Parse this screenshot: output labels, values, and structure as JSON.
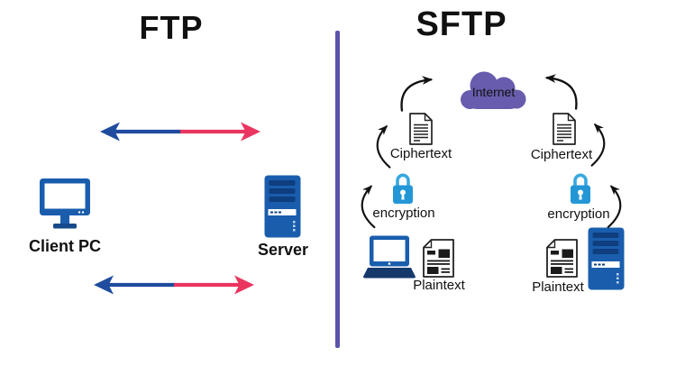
{
  "ftp": {
    "title": "FTP",
    "client_label": "Client PC",
    "server_label": "Server"
  },
  "sftp": {
    "title": "SFTP",
    "internet_label": "Internet",
    "left_chain": {
      "ciphertext_label": "Ciphertext",
      "encryption_label": "encryption",
      "plaintext_label": "Plaintext"
    },
    "right_chain": {
      "ciphertext_label": "Ciphertext",
      "encryption_label": "encryption",
      "plaintext_label": "Plaintext"
    }
  },
  "icons": {
    "client_pc": "desktop-monitor-icon",
    "server": "server-tower-icon",
    "laptop": "laptop-icon",
    "internet": "cloud-icon",
    "encryption": "padlock-icon",
    "ciphertext": "lined-document-icon",
    "plaintext": "document-with-images-icon",
    "transfer": "bidirectional-arrow",
    "flow": "curved-arrow"
  },
  "colors": {
    "icon_blue": "#1A5DAD",
    "icon_navy": "#16386B",
    "slot_navy": "#0E3E7E",
    "arrow_blue": "#1F4C9E",
    "arrow_red": "#EA3560",
    "lock_cyan": "#2397D6",
    "lock_shackle_cyan": "#38A8E0",
    "cloud_purple": "#675CAD",
    "divider_purple": "#5B53A9",
    "text": "#111111"
  }
}
